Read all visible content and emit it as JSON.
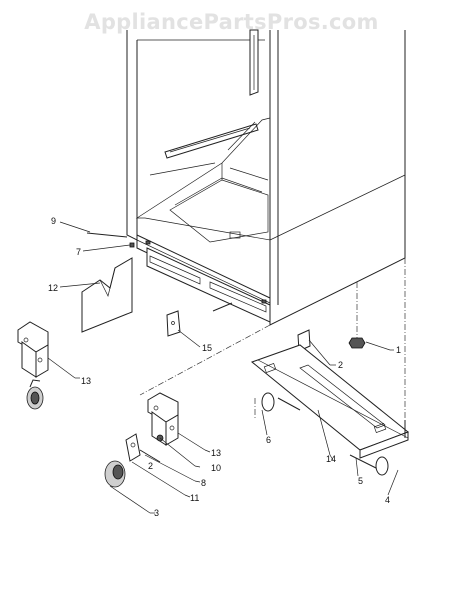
{
  "watermark": "AppliancePartsPros.com",
  "callouts": {
    "c1": "1",
    "c2": "2",
    "c3": "3",
    "c4": "4",
    "c5": "5",
    "c6": "6",
    "c7": "7",
    "c8": "8",
    "c9": "9",
    "c10": "10",
    "c11": "11",
    "c12": "12",
    "c13a": "13",
    "c13b": "13",
    "c14": "14",
    "c15": "15",
    "c2b": "2"
  }
}
